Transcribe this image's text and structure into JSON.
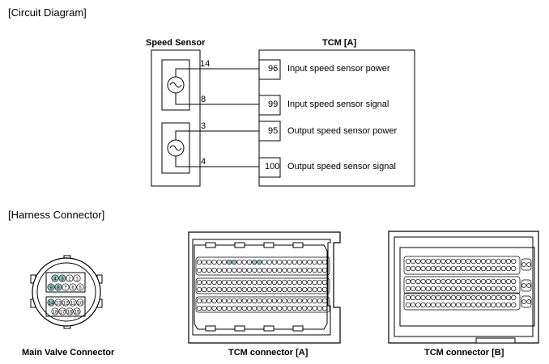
{
  "sections": {
    "circuit": "[Circuit Diagram]",
    "harness": "[Harness Connector]"
  },
  "circuit": {
    "sensor_title": "Speed Sensor",
    "tcm_title": "TCM [A]",
    "sensor_pins": [
      "14",
      "8",
      "3",
      "4"
    ],
    "tcm_pins": [
      {
        "num": "96",
        "label": "Input speed sensor power"
      },
      {
        "num": "99",
        "label": "Input speed sensor signal"
      },
      {
        "num": "95",
        "label": "Output speed sensor power"
      },
      {
        "num": "100",
        "label": "Output speed sensor signal"
      }
    ]
  },
  "connectors": {
    "main_valve": {
      "caption": "Main Valve Connector",
      "row1": [
        "4",
        "3",
        "2",
        "1"
      ],
      "row2": [
        "9",
        "8",
        "7",
        "6",
        "5"
      ],
      "row3": [
        "14",
        "13",
        "12",
        "11",
        "10"
      ],
      "row4": [
        "18",
        "17",
        "16",
        "15"
      ]
    },
    "tcm_a": {
      "caption": "TCM connector [A]"
    },
    "tcm_b": {
      "caption": "TCM connector [B]"
    }
  },
  "colors": {
    "highlight": "#8fc6c8",
    "line": "#000000"
  }
}
